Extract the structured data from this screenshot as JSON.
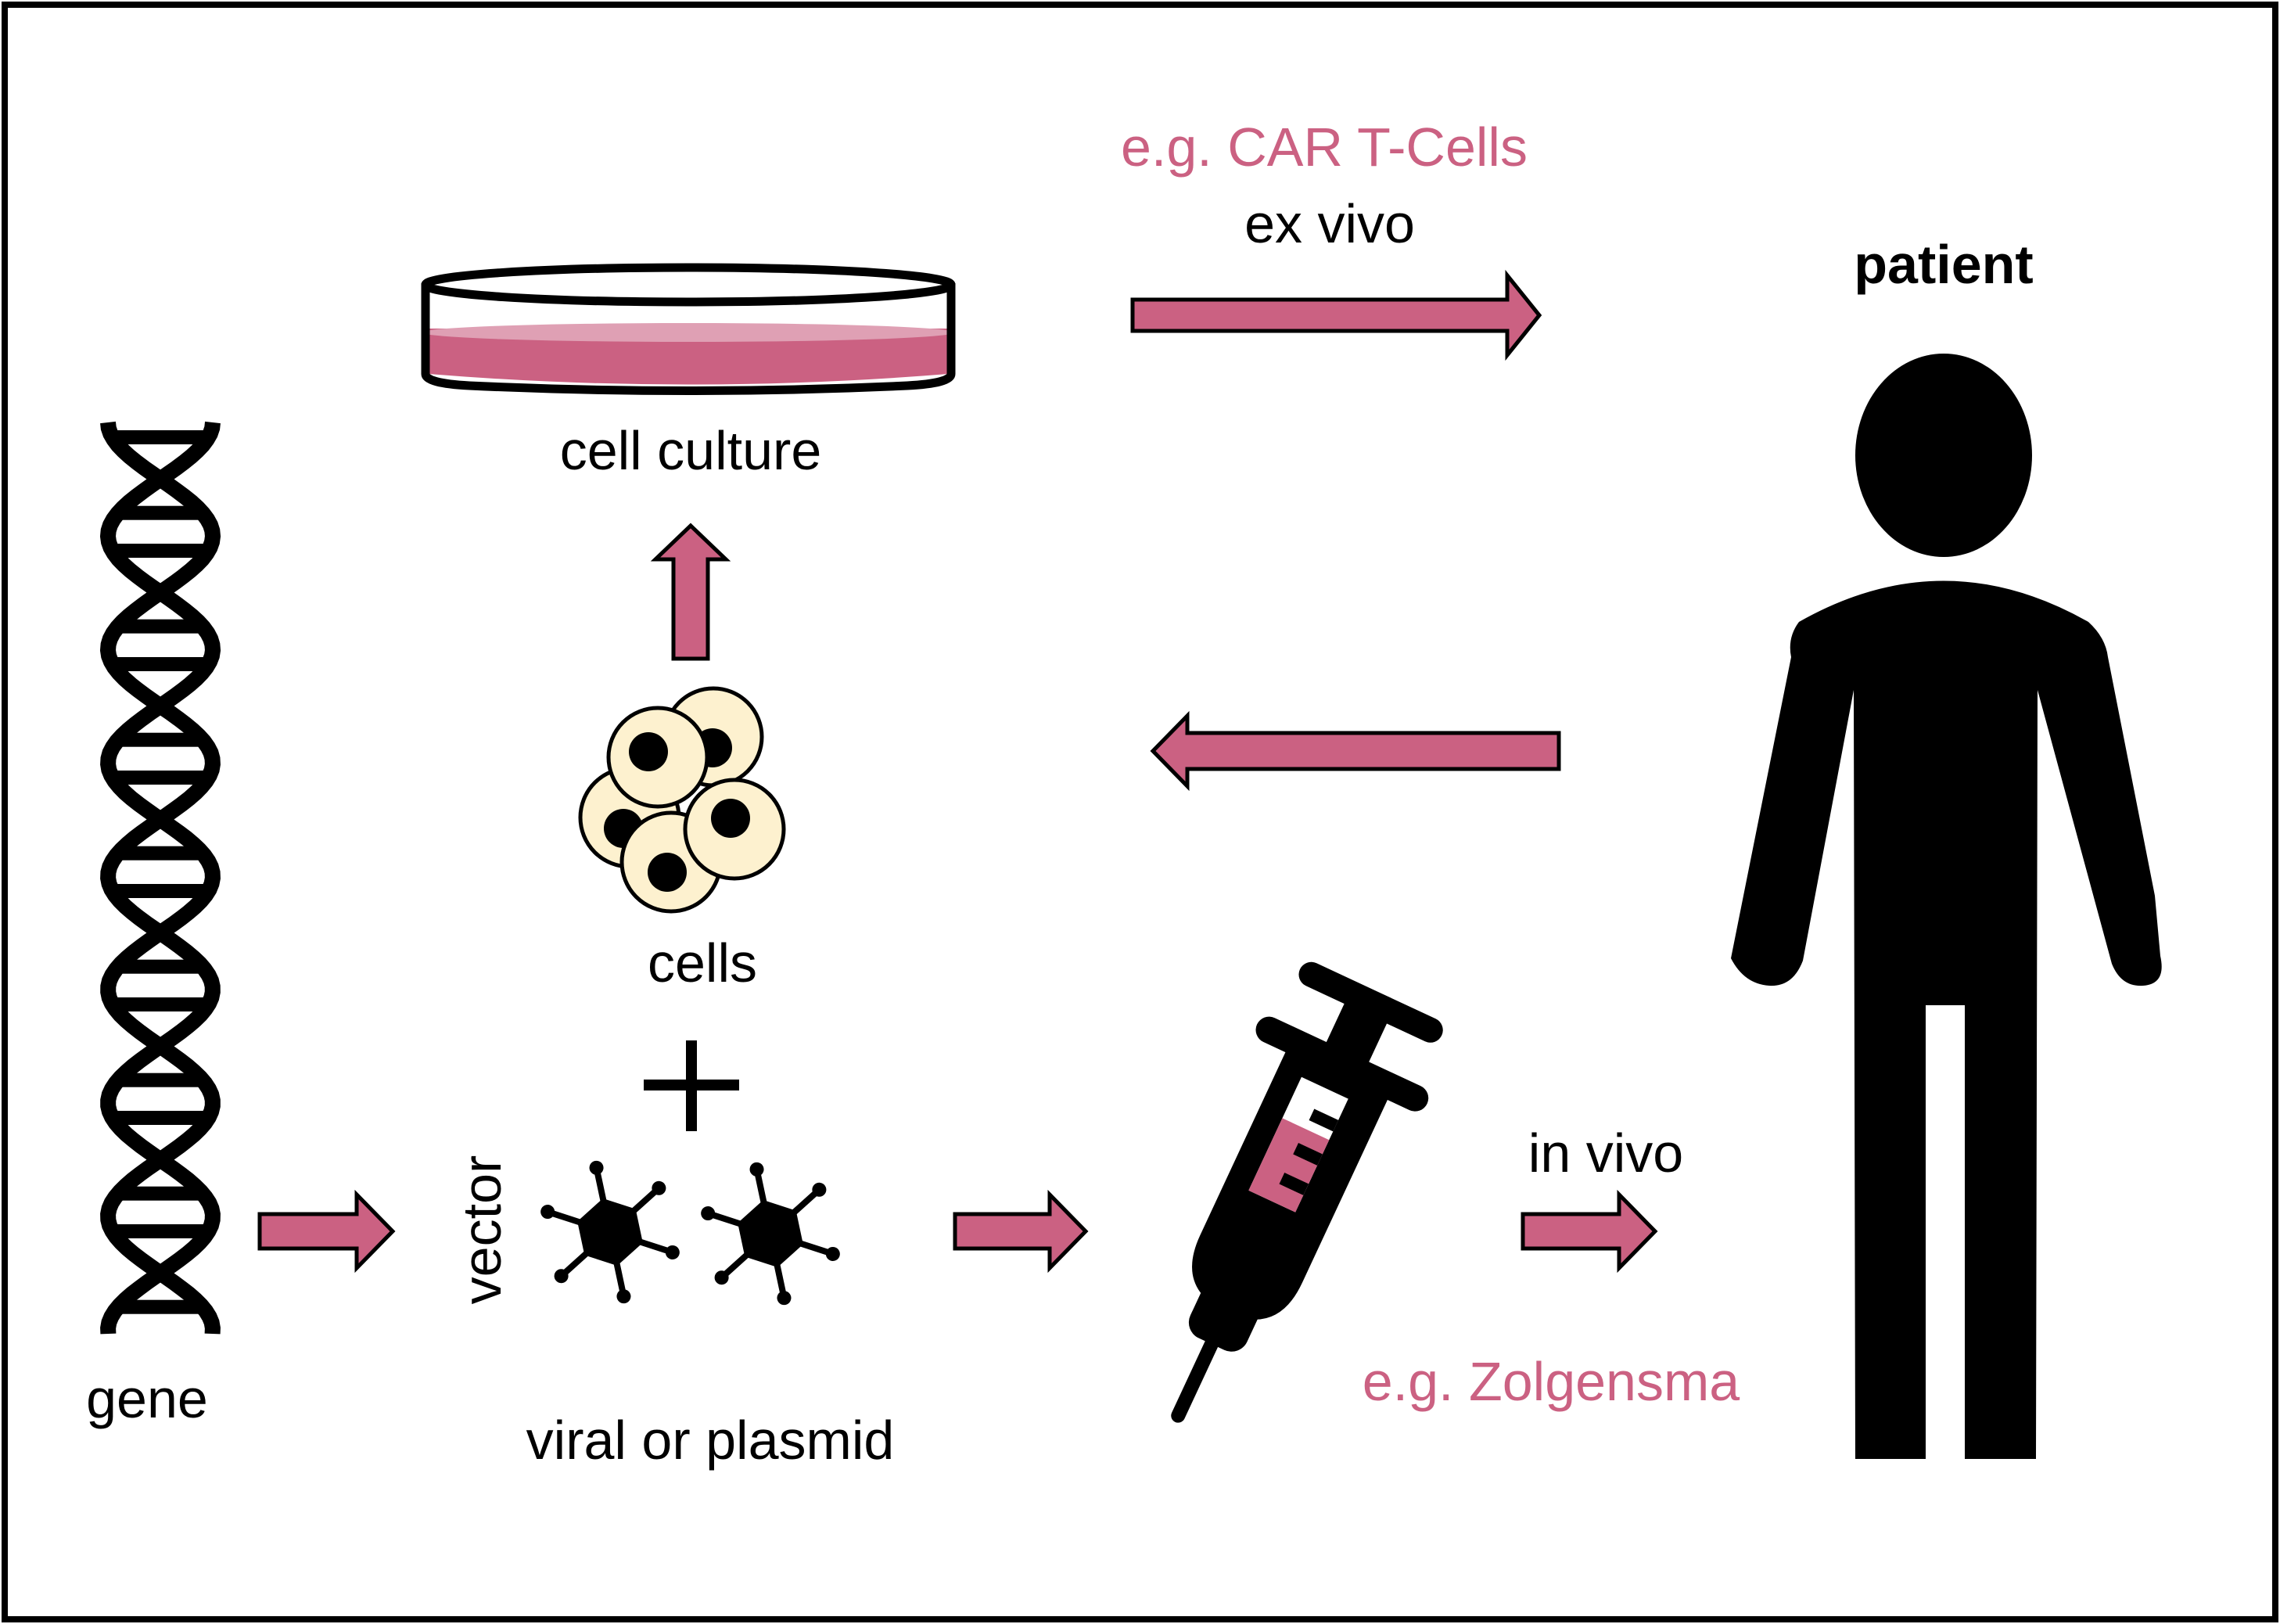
{
  "diagram": {
    "title": "Gene therapy workflow: ex vivo and in vivo",
    "colors": {
      "accent": "#cb6182",
      "accent_light": "#dfa0b4",
      "cell_fill": "#fdf1cf",
      "ink": "#000000",
      "background": "#ffffff"
    },
    "labels": {
      "ex_vivo_example": "e.g. CAR T-Cells",
      "ex_vivo": "ex vivo",
      "patient": "patient",
      "cell_culture": "cell culture",
      "cells": "cells",
      "plus": "+",
      "vector": "vector",
      "vector_type": "viral or plasmid",
      "gene": "gene",
      "in_vivo": "in vivo",
      "in_vivo_example": "e.g. Zolgensma"
    },
    "nodes": [
      {
        "id": "gene",
        "icon": "dna-helix-icon"
      },
      {
        "id": "vector",
        "icon": "virus-particle-icon",
        "count": 2
      },
      {
        "id": "cells",
        "icon": "cell-cluster-icon",
        "count": 5
      },
      {
        "id": "cell_culture",
        "icon": "petri-dish-icon"
      },
      {
        "id": "syringe",
        "icon": "syringe-icon"
      },
      {
        "id": "patient",
        "icon": "person-icon"
      }
    ],
    "edges": [
      {
        "from": "gene",
        "to": "vector",
        "direction": "right"
      },
      {
        "from": "vector",
        "to": "syringe",
        "direction": "right"
      },
      {
        "from": "syringe",
        "to": "patient",
        "direction": "right",
        "label": "in vivo"
      },
      {
        "from": "patient",
        "to": "cells",
        "direction": "left"
      },
      {
        "from": "cells",
        "to": "cell_culture",
        "direction": "up"
      },
      {
        "from": "cell_culture",
        "to": "patient",
        "direction": "right",
        "label": "ex vivo"
      }
    ]
  }
}
